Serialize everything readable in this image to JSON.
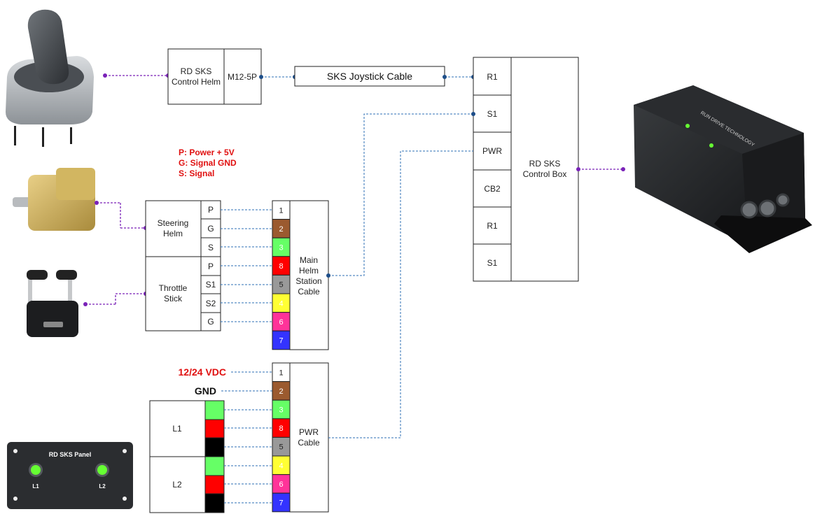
{
  "joystick_section": {
    "helm_label_1": "RD SKS",
    "helm_label_2": "Control Helm",
    "connector": "M12-5P",
    "cable": "SKS Joystick Cable"
  },
  "control_box": {
    "ports": [
      "R1",
      "S1",
      "PWR",
      "CB2",
      "R1",
      "S1"
    ],
    "label_1": "RD SKS",
    "label_2": "Control Box"
  },
  "legend": {
    "p": "P: Power + 5V",
    "g": "G: Signal GND",
    "s": "S: Signal"
  },
  "steering": {
    "label_1": "Steering",
    "label_2": "Helm",
    "pins": [
      "P",
      "G",
      "S"
    ]
  },
  "throttle": {
    "label_1": "Throttle",
    "label_2": "Stick",
    "pins": [
      "P",
      "S1",
      "S2",
      "G"
    ]
  },
  "main_cable": {
    "label": [
      "Main",
      "Helm",
      "Station",
      "Cable"
    ],
    "wires": [
      {
        "num": "1",
        "color": "#ffffff",
        "text_color": "#222222"
      },
      {
        "num": "2",
        "color": "#9b5a2f",
        "text_color": "#ffffff"
      },
      {
        "num": "3",
        "color": "#66ff66",
        "text_color": "#ffffff"
      },
      {
        "num": "8",
        "color": "#ff0000",
        "text_color": "#ffffff"
      },
      {
        "num": "5",
        "color": "#999999",
        "text_color": "#222222"
      },
      {
        "num": "4",
        "color": "#ffff33",
        "text_color": "#ffffff"
      },
      {
        "num": "6",
        "color": "#ff3399",
        "text_color": "#ffffff"
      },
      {
        "num": "7",
        "color": "#3333ff",
        "text_color": "#ffffff"
      }
    ]
  },
  "power": {
    "vdc": "12/24 VDC",
    "gnd": "GND",
    "l1": "L1",
    "l2": "L2",
    "l1_colors": [
      "#66ff66",
      "#ff0000",
      "#000000"
    ],
    "l2_colors": [
      "#66ff66",
      "#ff0000",
      "#000000"
    ],
    "cable_label_1": "PWR",
    "cable_label_2": "Cable",
    "wires": [
      {
        "num": "1",
        "color": "#ffffff",
        "text_color": "#222222"
      },
      {
        "num": "2",
        "color": "#9b5a2f",
        "text_color": "#ffffff"
      },
      {
        "num": "3",
        "color": "#66ff66",
        "text_color": "#ffffff"
      },
      {
        "num": "8",
        "color": "#ff0000",
        "text_color": "#ffffff"
      },
      {
        "num": "5",
        "color": "#999999",
        "text_color": "#222222"
      },
      {
        "num": "4",
        "color": "#ffff33",
        "text_color": "#ffffff"
      },
      {
        "num": "6",
        "color": "#ff3399",
        "text_color": "#ffffff"
      },
      {
        "num": "7",
        "color": "#3333ff",
        "text_color": "#ffffff"
      }
    ]
  },
  "panel": {
    "title": "RD SKS Panel",
    "l1": "L1",
    "l2": "L2"
  },
  "device_box": {
    "brand": "RUN DRIVE TECHNOLOGY"
  },
  "colors": {
    "wire_blue": "#2e6fb5",
    "wire_purple": "#7a22b8",
    "accent_red": "#e01010",
    "led_green": "#66ff33"
  }
}
